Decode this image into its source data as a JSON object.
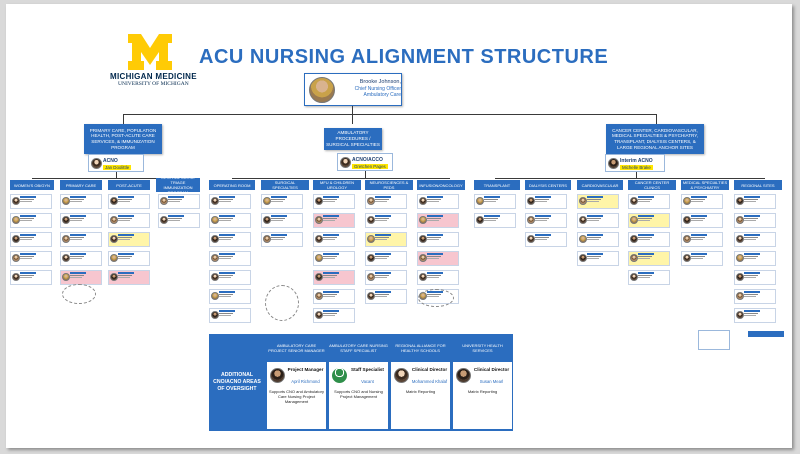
{
  "header": {
    "org_line1": "MICHIGAN MEDICINE",
    "org_line2": "UNIVERSITY OF MICHIGAN",
    "title": "ACU NURSING ALIGNMENT STRUCTURE"
  },
  "cno": {
    "name": "Brooke Johnson,",
    "role_line1": "Chief Nursing Officer",
    "role_line2": "Ambulatory Care"
  },
  "divisions": [
    {
      "title": "PRIMARY CARE, POPULATION HEALTH, POST-ACUTE CARE SERVICES, & IMMUNIZATION PROGRAM",
      "acno_label": "ACNO",
      "acno_name": "Jan Doolittle"
    },
    {
      "title": "AMBULATORY PROCEDURES / SURGICAL SPECIALTIES",
      "acno_label": "ACNO/ACCO",
      "acno_name": "Gretchen Pages"
    },
    {
      "title": "CANCER CENTER, CARDIOVASCULAR, MEDICAL SPECIALTIES & PSYCHIATRY, TRANSPLANT, DIALYSIS CENTERS, & LARGE REGIONAL ANCHOR SITES",
      "acno_label": "Interim ACNO",
      "acno_name": "Michelle Brake"
    }
  ],
  "departments": [
    "WOMEN'S OB/GYN",
    "PRIMARY CARE",
    "POST-ACUTE",
    "CENTRAL NURSE TRIAGE IMMUNIZATION PROGRAM",
    "OPERATING ROOM",
    "SURGICAL SPECIALTIES",
    "MFU & CHILDREN UROLOGY",
    "NEUROSCIENCES & PEDS",
    "INFUSION/ONCOLOGY",
    "TRANSPLANT",
    "DIALYSIS CENTERS",
    "CARDIOVASCULAR",
    "CANCER CENTER CLINICS",
    "MEDICAL SPECIALTIES & PSYCHIATRY",
    "REGIONAL SITES"
  ],
  "oversight": {
    "side_label": "ADDITIONAL CNO/ACNO AREAS OF OVERSIGHT",
    "columns": [
      {
        "header": "AMBULATORY CARE PROJECT SENIOR MANAGER",
        "role": "Project Manager",
        "name": "April Richmond",
        "desc": "Supports CNO and Ambulatory Care Nursing Project Management"
      },
      {
        "header": "AMBULATORY CARE NURSING STAFF SPECIALIST",
        "role": "Staff Specialist",
        "name": "Vacant",
        "desc": "Supports CNO and Nursing Project Management"
      },
      {
        "header": "REGIONAL ALLIANCE FOR HEALTHY SCHOOLS",
        "role": "Clinical Director",
        "name": "Mohammed Khalaf",
        "desc": "Matrix Reporting"
      },
      {
        "header": "UNIVERSITY HEALTH SERVICES",
        "role": "Clinical Director",
        "name": "Susan Mearl",
        "desc": "Matrix Reporting"
      }
    ]
  },
  "colors": {
    "primary_blue": "#2b6dbf",
    "navy": "#00274c",
    "maize": "#ffcb05",
    "highlight_yellow": "#ffe600"
  }
}
